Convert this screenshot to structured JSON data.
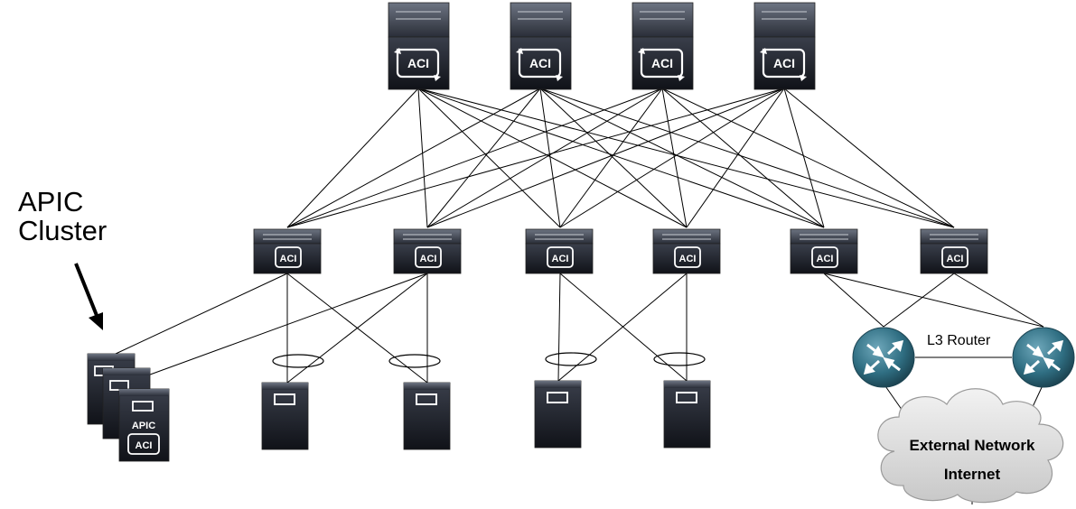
{
  "diagram": {
    "title": "",
    "apic_cluster_label": [
      "APIC",
      "Cluster"
    ],
    "apic_server_label": "APIC",
    "switch_badge": "ACI",
    "router_link_label": "L3 Router",
    "cloud_label": [
      "External Network",
      "Internet"
    ],
    "colors": {
      "device_dark": "#1b1e26",
      "device_light": "#5b6270",
      "router_teal": "#2f6e82",
      "cloud": "#d9d9d9",
      "links": "#000000"
    },
    "nodes": {
      "spines": [
        "spine-1",
        "spine-2",
        "spine-3",
        "spine-4"
      ],
      "leaves": [
        "leaf-1",
        "leaf-2",
        "leaf-3",
        "leaf-4",
        "leaf-5",
        "leaf-6"
      ],
      "servers": [
        "server-1",
        "server-2",
        "server-3",
        "server-4"
      ],
      "routers": [
        "router-1",
        "router-2"
      ]
    }
  }
}
